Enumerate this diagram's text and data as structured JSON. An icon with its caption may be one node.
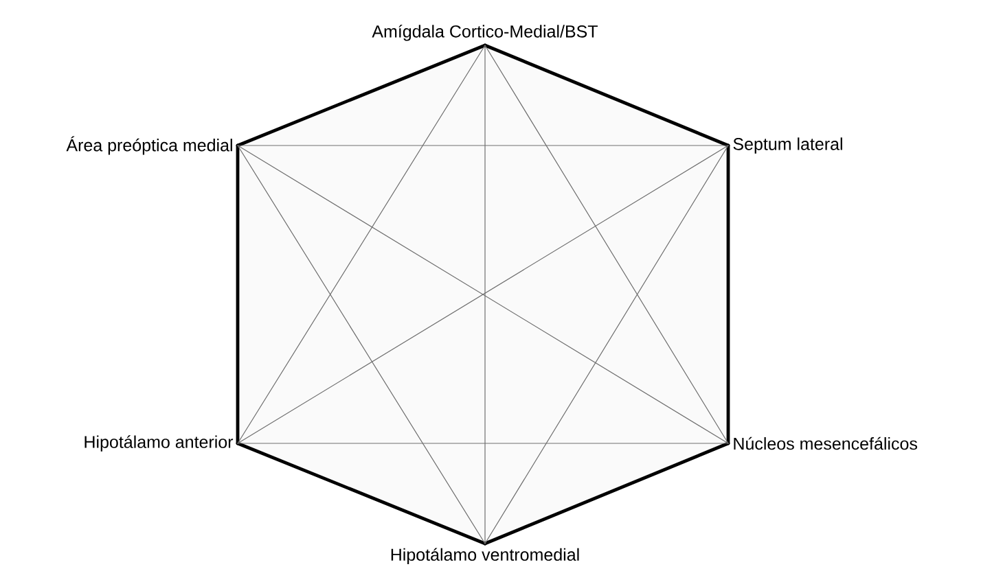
{
  "diagram": {
    "nodes": [
      {
        "text": [
          "Amígdala Cortico-Medial/BST"
        ]
      },
      {
        "text": [
          "Área preóptica medial"
        ]
      },
      {
        "text": [
          "Septum lateral"
        ]
      },
      {
        "text": [
          "Hipotálamo anterior"
        ]
      },
      {
        "text": [
          "Núcleos mesencefálicos"
        ]
      },
      {
        "text": [
          "Hipotálamo ventromedial"
        ]
      }
    ],
    "edges": [
      {
        "from": 0,
        "to": 2,
        "arrow": "none",
        "style": "thick",
        "color": "#000000"
      },
      {
        "from": 2,
        "to": 4,
        "arrow": "none",
        "style": "thick",
        "color": "#000000"
      },
      {
        "from": 4,
        "to": 5,
        "arrow": "none",
        "style": "thick",
        "color": "#000000"
      },
      {
        "from": 5,
        "to": 3,
        "arrow": "none",
        "style": "thick",
        "color": "#000000"
      },
      {
        "from": 3,
        "to": 1,
        "arrow": "none",
        "style": "thick",
        "color": "#000000"
      },
      {
        "from": 1,
        "to": 0,
        "arrow": "none",
        "style": "thick",
        "color": "#000000"
      },
      {
        "from": 0,
        "to": 5,
        "arrow": "none"
      },
      {
        "from": 0,
        "to": 4,
        "arrow": "none"
      },
      {
        "from": 0,
        "to": 3,
        "arrow": "none"
      },
      {
        "from": 1,
        "to": 2,
        "arrow": "none"
      },
      {
        "from": 1,
        "to": 4,
        "arrow": "none"
      },
      {
        "from": 1,
        "to": 5,
        "arrow": "none"
      },
      {
        "from": 2,
        "to": 3,
        "arrow": "none"
      },
      {
        "from": 2,
        "to": 5,
        "arrow": "none"
      },
      {
        "from": 3,
        "to": 4,
        "arrow": "none"
      }
    ]
  }
}
